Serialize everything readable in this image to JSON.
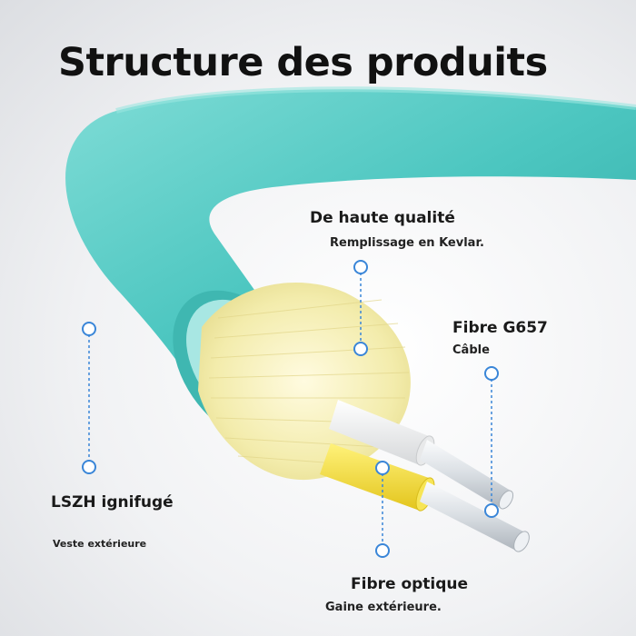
{
  "title": "Structure des produits",
  "labels": {
    "kevlar": {
      "main": "De haute qualité",
      "sub": "Remplissage en Kevlar."
    },
    "g657": {
      "main": "Fibre G657",
      "sub": "Câble"
    },
    "lszh": {
      "main": "LSZH ignifugé",
      "sub": "Veste extérieure"
    },
    "optique": {
      "main": "Fibre optique",
      "sub": "Gaine extérieure."
    }
  },
  "colors": {
    "jacket": "#4cc6c0",
    "kevlar_fill": "#f5efb4",
    "inner_white": "#f4f4f4",
    "inner_yellow": "#f2dc2c",
    "callout_line": "#3a86d8",
    "callout_dot_fill": "#ffffff"
  }
}
